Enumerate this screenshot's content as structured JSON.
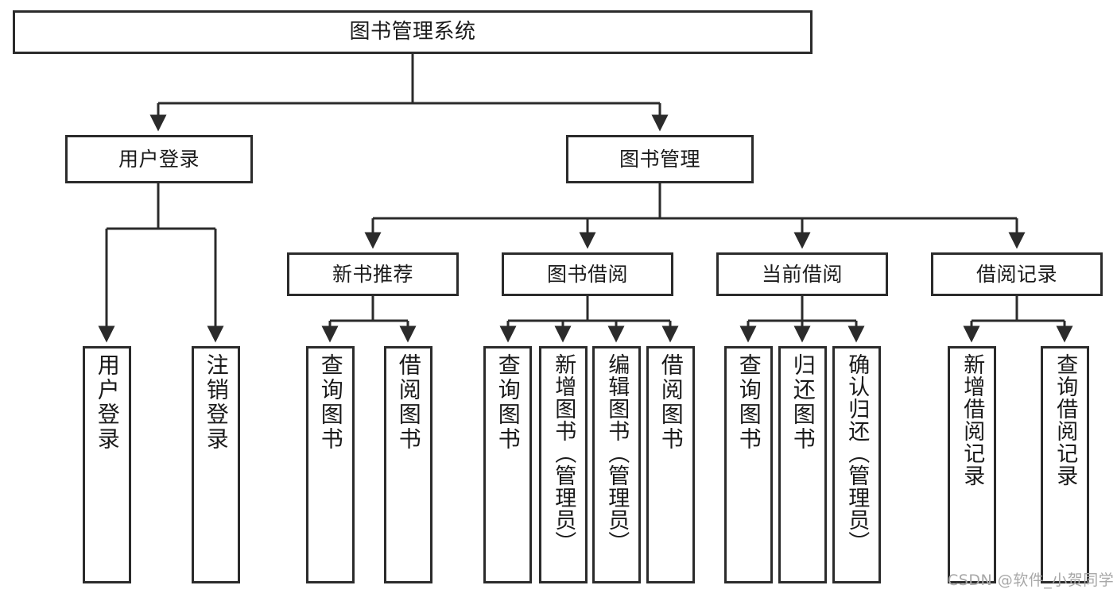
{
  "diagram": {
    "type": "tree-hierarchy",
    "title": "图书管理系统",
    "watermark": "CSDN @软件_小贺同学",
    "colors": {
      "stroke": "#2b2b2b",
      "fill": "#ffffff",
      "text": "#1a1a1a",
      "watermark": "#a8a8a8"
    },
    "levels": {
      "root": {
        "label": "图书管理系统"
      },
      "level2": [
        {
          "id": "user-login",
          "label": "用户登录"
        },
        {
          "id": "book-management",
          "label": "图书管理"
        }
      ],
      "level3": [
        {
          "id": "new-book-recommend",
          "label": "新书推荐"
        },
        {
          "id": "book-borrow",
          "label": "图书借阅"
        },
        {
          "id": "current-borrow",
          "label": "当前借阅"
        },
        {
          "id": "borrow-record",
          "label": "借阅记录"
        }
      ],
      "leaves": [
        {
          "id": "leaf-user-login",
          "label": "用户登录",
          "parent": "user-login"
        },
        {
          "id": "leaf-logout-login",
          "label": "注销登录",
          "parent": "user-login"
        },
        {
          "id": "leaf-query-book-1",
          "label": "查询图书",
          "parent": "new-book-recommend"
        },
        {
          "id": "leaf-borrow-book-1",
          "label": "借阅图书",
          "parent": "new-book-recommend"
        },
        {
          "id": "leaf-query-book-2",
          "label": "查询图书",
          "parent": "book-borrow"
        },
        {
          "id": "leaf-add-book",
          "label": "新增图书（管理员）",
          "parent": "book-borrow"
        },
        {
          "id": "leaf-edit-book",
          "label": "编辑图书（管理员）",
          "parent": "book-borrow"
        },
        {
          "id": "leaf-borrow-book-2",
          "label": "借阅图书",
          "parent": "book-borrow"
        },
        {
          "id": "leaf-query-book-3",
          "label": "查询图书",
          "parent": "current-borrow"
        },
        {
          "id": "leaf-return-book",
          "label": "归还图书",
          "parent": "current-borrow"
        },
        {
          "id": "leaf-confirm-return",
          "label": "确认归还（管理员）",
          "parent": "current-borrow"
        },
        {
          "id": "leaf-add-record",
          "label": "新增借阅记录",
          "parent": "borrow-record"
        },
        {
          "id": "leaf-query-record",
          "label": "查询借阅记录",
          "parent": "borrow-record"
        }
      ]
    }
  }
}
